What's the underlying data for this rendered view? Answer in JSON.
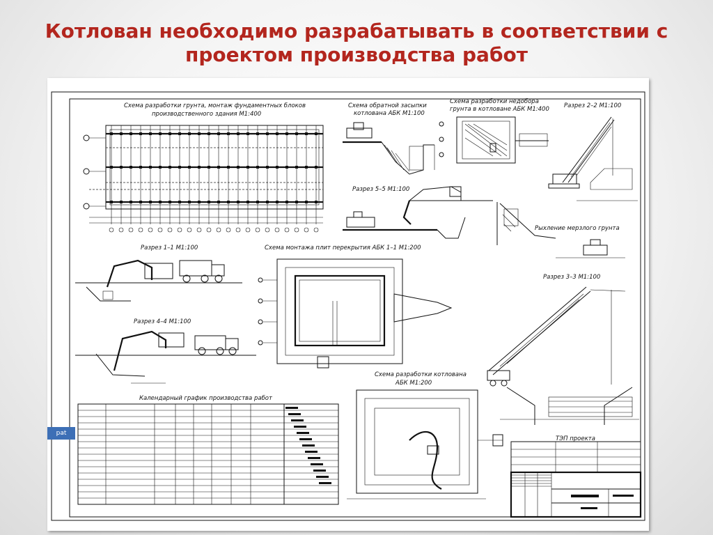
{
  "slide": {
    "title_line1": "Котлован необходимо разрабатывать в соответствии с",
    "title_line2": "проектом производства работ",
    "side_tab": "pat"
  },
  "drawing": {
    "label_scheme_top": "Схема разработки грунта, монтаж фундаментных блоков",
    "label_scheme_top2": "производственного здания М1:400",
    "label_backfill": "Схема обратной засыпки",
    "label_backfill2": "котлована АБК М1:100",
    "label_shortfall": "Схема разработки недобора",
    "label_shortfall2": "грунта в котловане АБК М1:400",
    "label_sec22": "Разрез 2–2 М1:100",
    "label_sec55": "Разрез 5–5 М1:100",
    "label_frozen": "Рыхление мерзлого грунта",
    "label_sec11": "Разрез 1–1 М1:100",
    "label_slab": "Схема монтажа плит перекрытия АБК 1–1 М1:200",
    "label_sec33": "Разрез 3–3 М1:100",
    "label_sec44": "Разрез 4–4 М1:100",
    "label_pit": "Схема разработки котлована",
    "label_pit2": "АБК М1:200",
    "label_calendar": "Календарный график производства работ",
    "label_tep": "ТЭП проекта"
  }
}
